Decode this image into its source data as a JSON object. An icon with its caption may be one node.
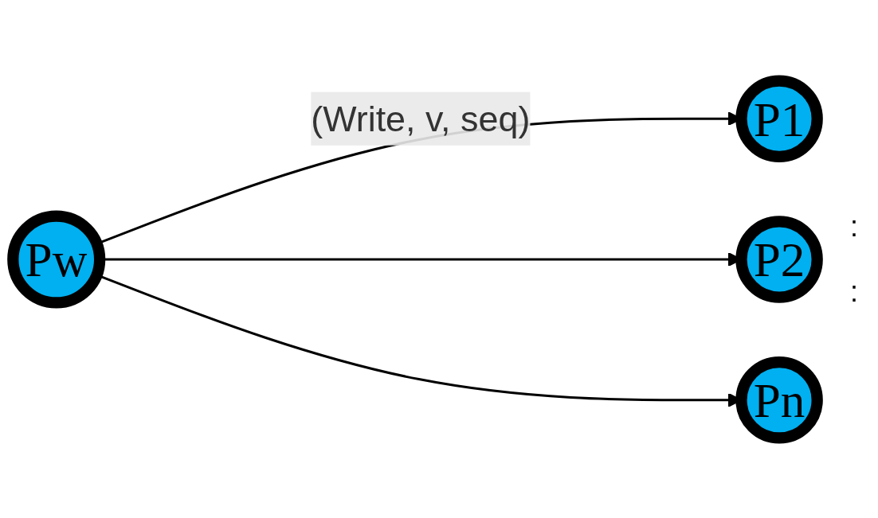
{
  "diagram": {
    "nodes": [
      {
        "text": [
          "Pw"
        ]
      },
      {
        "text": [
          "P1"
        ]
      },
      {
        "text": [
          "P2"
        ]
      },
      {
        "text": [
          "Pn"
        ]
      }
    ],
    "edges": [
      {
        "from": 0,
        "to": 1,
        "arrow": "to",
        "label": "(Write, v, seq)"
      },
      {
        "from": 0,
        "to": 2,
        "arrow": "to"
      },
      {
        "from": 0,
        "to": 3,
        "arrow": "to"
      }
    ],
    "labels": [
      ":",
      ":"
    ]
  }
}
